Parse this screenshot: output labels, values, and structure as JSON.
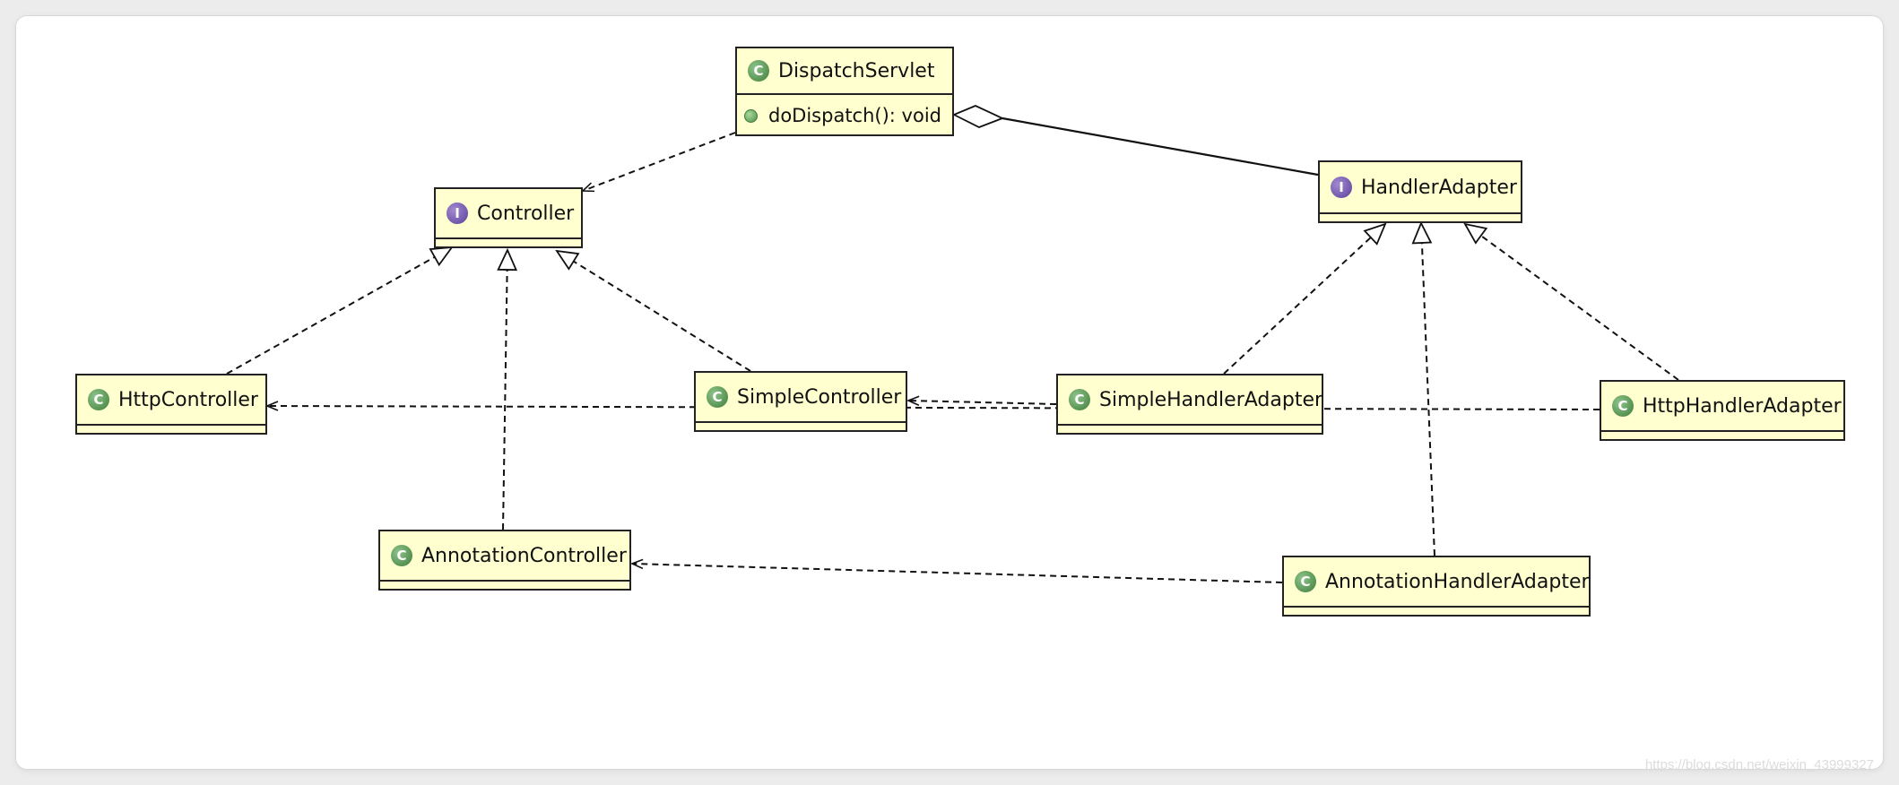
{
  "classes": {
    "dispatch_servlet": {
      "name": "DispatchServlet",
      "kind": "class",
      "method": "doDispatch(): void"
    },
    "controller": {
      "name": "Controller",
      "kind": "interface"
    },
    "handler_adapter": {
      "name": "HandlerAdapter",
      "kind": "interface"
    },
    "http_controller": {
      "name": "HttpController",
      "kind": "class"
    },
    "simple_controller": {
      "name": "SimpleController",
      "kind": "class"
    },
    "simple_handler_adapter": {
      "name": "SimpleHandlerAdapter",
      "kind": "class"
    },
    "http_handler_adapter": {
      "name": "HttpHandlerAdapter",
      "kind": "class"
    },
    "annotation_controller": {
      "name": "AnnotationController",
      "kind": "class"
    },
    "annotation_handler_adapter": {
      "name": "AnnotationHandlerAdapter",
      "kind": "class"
    }
  },
  "icons": {
    "class": "C",
    "interface": "I"
  },
  "colors": {
    "class_fill": "#ffffcf",
    "class_icon": "#4f8f48",
    "interface_icon": "#6b4fa8"
  },
  "watermark": "https://blog.csdn.net/weixin_43999327"
}
